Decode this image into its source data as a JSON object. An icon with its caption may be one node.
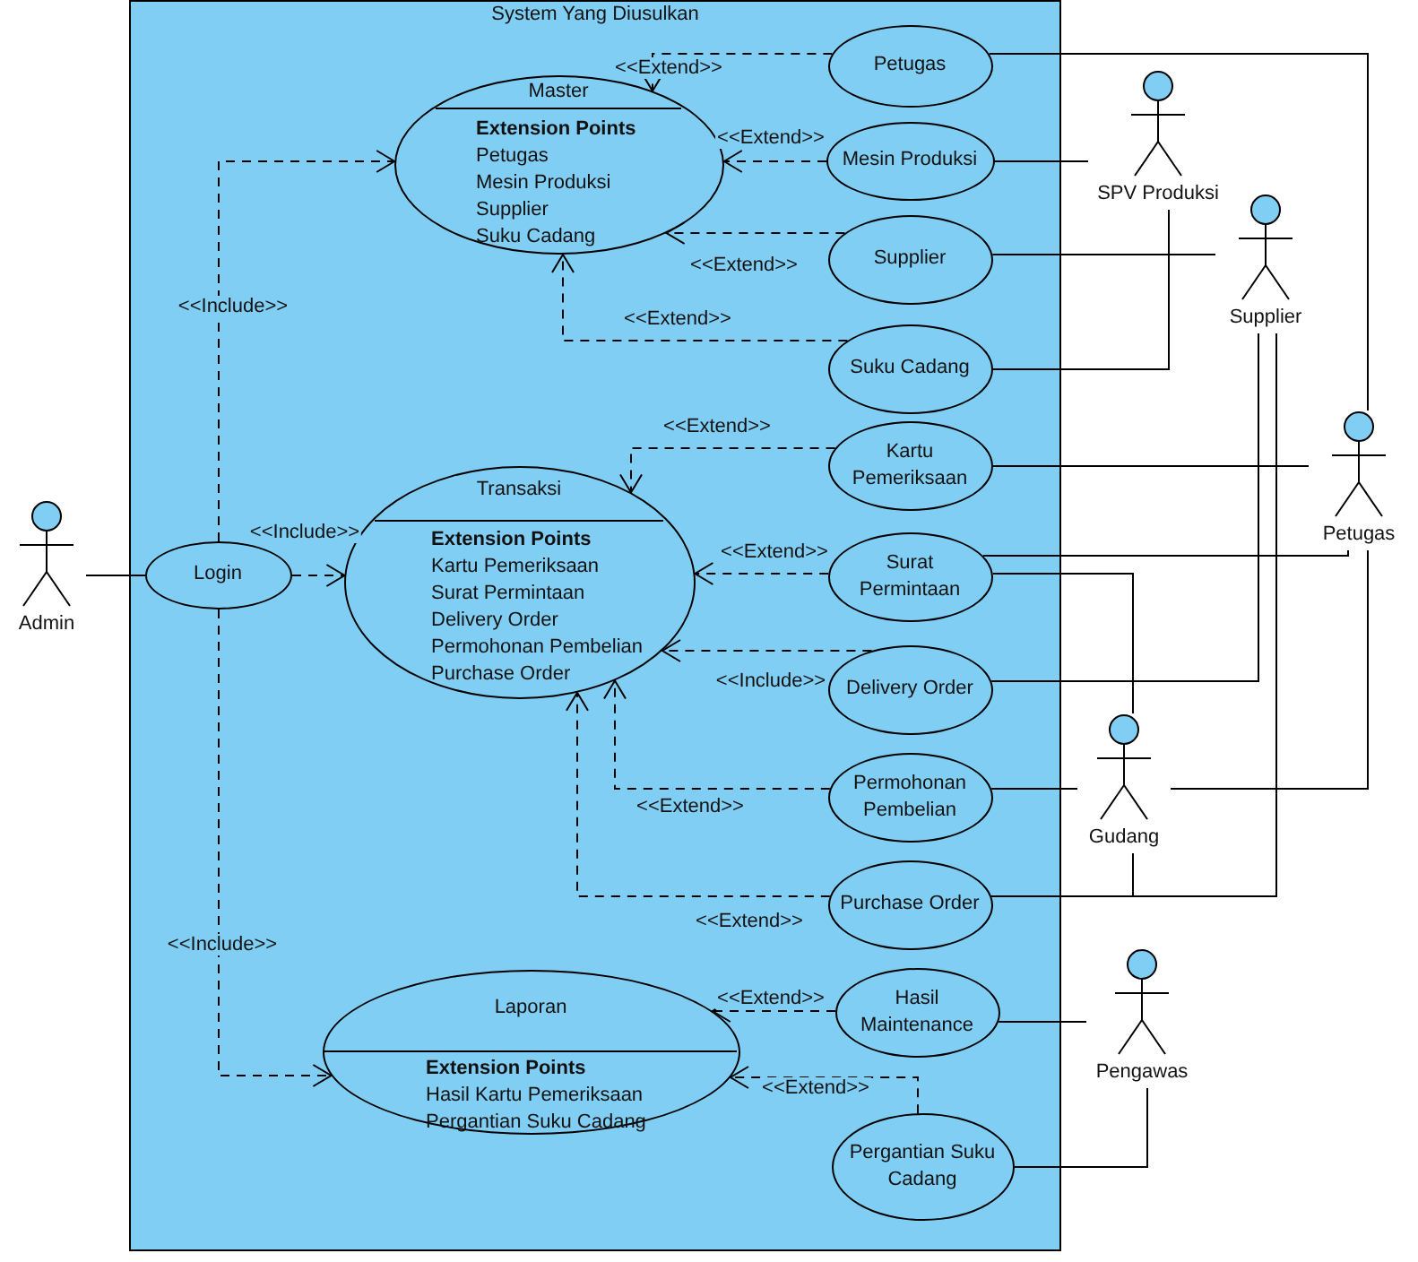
{
  "diagram": {
    "nodes": [
      {
        "text": [
          "System Yang Diusulkan"
        ]
      },
      {
        "text": [
          "Master",
          "Extension Points",
          "Petugas",
          "Mesin Produksi",
          "Supplier",
          "Suku Cadang"
        ],
        "in": 0
      },
      {
        "text": [
          "Transaksi",
          "Extension Points",
          "Kartu Pemeriksaan",
          "Surat Permintaan",
          "Delivery Order",
          "Permohonan Pembelian",
          "Purchase Order"
        ],
        "in": 0
      },
      {
        "text": [
          "Laporan",
          "Extension Points",
          "Hasil Kartu Pemeriksaan",
          "Pergantian Suku Cadang"
        ],
        "in": 0
      },
      {
        "text": [
          "Login"
        ],
        "in": 0
      },
      {
        "text": [
          "Petugas"
        ],
        "in": 0
      },
      {
        "text": [
          "Mesin Produksi"
        ],
        "in": 0
      },
      {
        "text": [
          "Supplier"
        ],
        "in": 0
      },
      {
        "text": [
          "Suku Cadang"
        ],
        "in": 0
      },
      {
        "text": [
          "Kartu Pemeriksaan"
        ],
        "in": 0
      },
      {
        "text": [
          "Surat Permintaan"
        ],
        "in": 0
      },
      {
        "text": [
          "Delivery Order"
        ],
        "in": 0
      },
      {
        "text": [
          "Permohonan Pembelian"
        ],
        "in": 0
      },
      {
        "text": [
          "Purchase Order"
        ],
        "in": 0
      },
      {
        "text": [
          "Hasil Maintenance"
        ],
        "in": 0
      },
      {
        "text": [
          "Pergantian Suku Cadang"
        ],
        "in": 0
      },
      {
        "text": [
          "Admin"
        ]
      },
      {
        "text": [
          "SPV Produksi"
        ]
      },
      {
        "text": [
          "Supplier"
        ]
      },
      {
        "text": [
          "Petugas"
        ]
      },
      {
        "text": [
          "Gudang"
        ]
      },
      {
        "text": [
          "Pengawas"
        ]
      }
    ],
    "edges": [
      {
        "from": 5,
        "to": 1,
        "arrow": "to",
        "style": "dashed",
        "label": "<<Extend>>"
      },
      {
        "from": 6,
        "to": 1,
        "arrow": "to",
        "style": "dashed",
        "label": "<<Extend>>"
      },
      {
        "from": 7,
        "to": 1,
        "arrow": "to",
        "style": "dashed",
        "label": "<<Extend>>"
      },
      {
        "from": 8,
        "to": 1,
        "arrow": "to",
        "style": "dashed",
        "label": "<<Extend>>"
      },
      {
        "from": 4,
        "to": 1,
        "arrow": "to",
        "style": "dashed",
        "label": "<<Include>>"
      },
      {
        "from": 4,
        "to": 2,
        "arrow": "to",
        "style": "dashed",
        "label": "<<Include>>"
      },
      {
        "from": 4,
        "to": 3,
        "arrow": "to",
        "style": "dashed",
        "label": "<<Include>>"
      },
      {
        "from": 9,
        "to": 2,
        "arrow": "to",
        "style": "dashed",
        "label": "<<Extend>>"
      },
      {
        "from": 10,
        "to": 2,
        "arrow": "to",
        "style": "dashed",
        "label": "<<Extend>>"
      },
      {
        "from": 11,
        "to": 2,
        "arrow": "to",
        "style": "dashed",
        "label": "<<Include>>"
      },
      {
        "from": 12,
        "to": 2,
        "arrow": "to",
        "style": "dashed",
        "label": "<<Extend>>"
      },
      {
        "from": 13,
        "to": 2,
        "arrow": "to",
        "style": "dashed",
        "label": "<<Extend>>"
      },
      {
        "from": 14,
        "to": 3,
        "arrow": "to",
        "style": "dashed",
        "label": "<<Extend>>"
      },
      {
        "from": 15,
        "to": 3,
        "arrow": "to",
        "style": "dashed",
        "label": "<<Extend>>"
      },
      {
        "from": 16,
        "to": 4,
        "arrow": "none"
      },
      {
        "from": 5,
        "to": 19,
        "arrow": "none"
      },
      {
        "from": 6,
        "to": 17,
        "arrow": "none"
      },
      {
        "from": 8,
        "to": 17,
        "arrow": "none"
      },
      {
        "from": 7,
        "to": 18,
        "arrow": "none"
      },
      {
        "from": 9,
        "to": 19,
        "arrow": "none"
      },
      {
        "from": 10,
        "to": 19,
        "arrow": "none"
      },
      {
        "from": 10,
        "to": 20,
        "arrow": "none"
      },
      {
        "from": 11,
        "to": 18,
        "arrow": "none"
      },
      {
        "from": 12,
        "to": 20,
        "arrow": "none"
      },
      {
        "from": 20,
        "to": 19,
        "arrow": "none"
      },
      {
        "from": 13,
        "to": 18,
        "arrow": "none"
      },
      {
        "from": 13,
        "to": 20,
        "arrow": "none"
      },
      {
        "from": 14,
        "to": 21,
        "arrow": "none"
      },
      {
        "from": 15,
        "to": 21,
        "arrow": "none"
      }
    ]
  }
}
